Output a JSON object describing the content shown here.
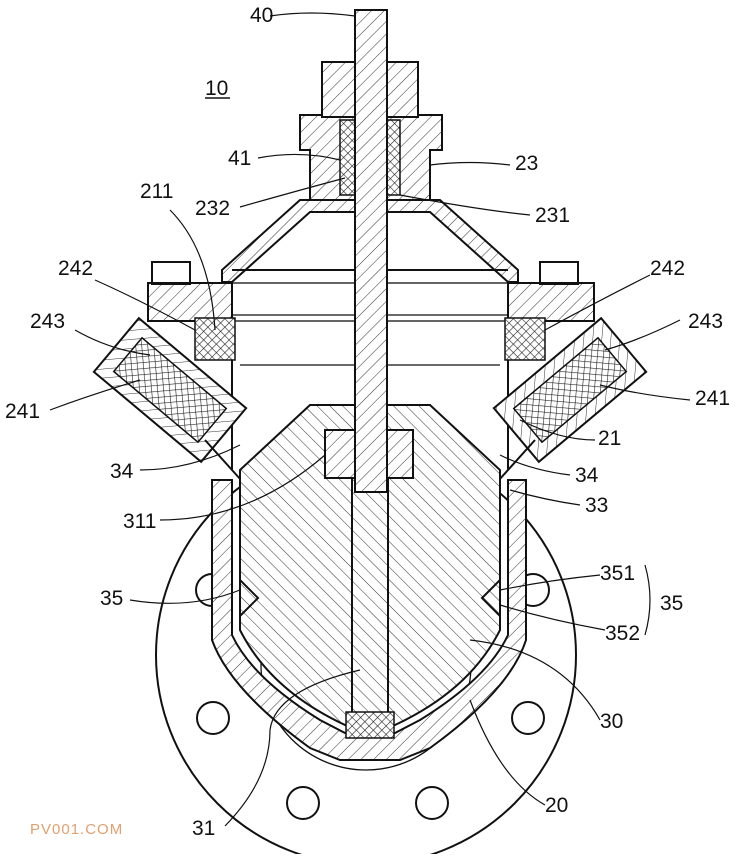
{
  "figure": {
    "ref_main": "10",
    "watermark": "PV001.COM",
    "labels": {
      "l40": "40",
      "l41": "41",
      "l232": "232",
      "l211": "211",
      "l242_left": "242",
      "l243_left": "243",
      "l241_left": "241",
      "l34_left": "34",
      "l311": "311",
      "l35_left": "35",
      "l31": "31",
      "l23": "23",
      "l231": "231",
      "l242_right": "242",
      "l243_right": "243",
      "l241_right": "241",
      "l21": "21",
      "l34_right": "34",
      "l33": "33",
      "l351": "351",
      "l352": "352",
      "l35_right": "35",
      "l30": "30",
      "l20": "20"
    }
  }
}
